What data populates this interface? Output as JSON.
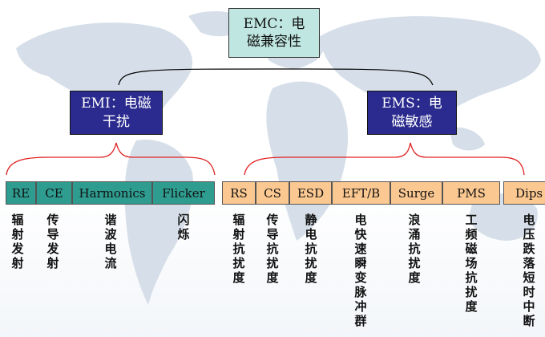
{
  "root": {
    "label": "EMC：电磁兼容性"
  },
  "emi": {
    "label": "EMI：电磁干扰"
  },
  "ems": {
    "label": "EMS：电磁敏感"
  },
  "emi_items": [
    {
      "abbr": "RE",
      "desc": "辐射发射"
    },
    {
      "abbr": "CE",
      "desc": "传导发射"
    },
    {
      "abbr": "Harmonics",
      "desc": "谐波电流"
    },
    {
      "abbr": "Flicker",
      "desc": "闪烁"
    }
  ],
  "ems_items": [
    {
      "abbr": "RS",
      "desc": "辐射抗扰度"
    },
    {
      "abbr": "CS",
      "desc": "传导抗扰度"
    },
    {
      "abbr": "ESD",
      "desc": "静电抗扰度"
    },
    {
      "abbr": "EFT/B",
      "desc": "电快速瞬变脉冲群"
    },
    {
      "abbr": "Surge",
      "desc": "浪涌抗扰度"
    },
    {
      "abbr": "PMS",
      "desc": "工频磁场抗扰度"
    },
    {
      "abbr": "Dips",
      "desc": "电压跌落短时中断"
    }
  ],
  "colors": {
    "root_fill": "#bfe6e0",
    "branch_fill": "#2b2b8f",
    "emi_item_fill": "#2f9c90",
    "ems_item_fill": "#fbc891",
    "brace": "#e02020",
    "connector": "#000000",
    "map": "#d6dfe9"
  }
}
